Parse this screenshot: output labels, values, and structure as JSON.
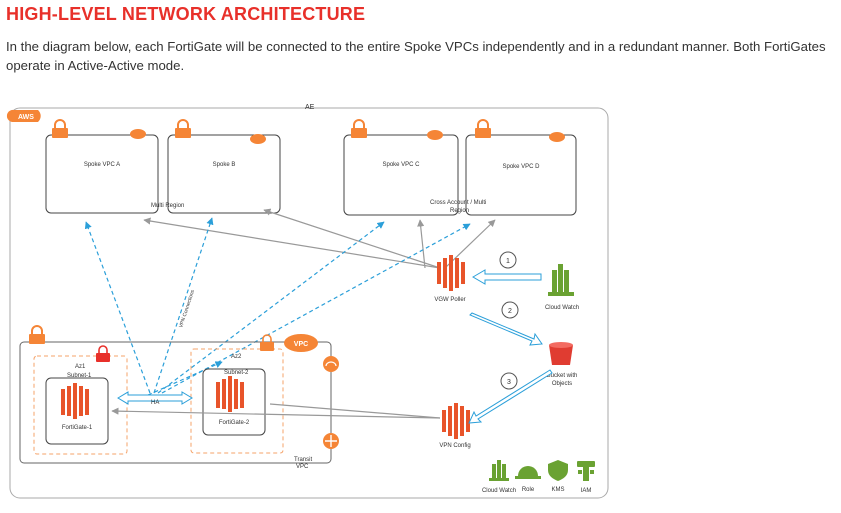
{
  "header": {
    "title": "HIGH-LEVEL NETWORK ARCHITECTURE",
    "intro": "In the diagram below, each FortiGate will be connected to the entire Spoke VPCs independently and in a redundant manner. Both FortiGates operate in Active-Active mode."
  },
  "diagram": {
    "aws_badge": "AWS",
    "region": "AE",
    "vpc_badge": "VPC",
    "spokes": [
      "Spoke VPC A",
      "Spoke B",
      "Spoke VPC C",
      "Spoke VPC D"
    ],
    "multi_region": "Multi Region",
    "cross_account_line1": "Cross Account / Multi",
    "cross_account_line2": "Region",
    "vgw_poller": "VGW Poller",
    "cloud_watch": "Cloud Watch",
    "bucket_line1": "Bucket with",
    "bucket_line2": "Objects",
    "vpn_config": "VPN Config",
    "steps": [
      "1",
      "2",
      "3"
    ],
    "az1": "Az1",
    "az2": "Az2",
    "subnet1": "Subnet-1",
    "subnet2": "Subnet-2",
    "fortigate1": "FortiGate-1",
    "fortigate2": "FortiGate-2",
    "ha": "HA",
    "vpn_connections": "VPN Connections",
    "transit_line1": "Transit",
    "transit_line2": "VPC",
    "legend": [
      "Cloud Watch",
      "Role",
      "KMS",
      "IAM"
    ]
  },
  "colors": {
    "title": "#e8302a",
    "aws_orange": "#f58536",
    "fortinet_orange": "#e8542a",
    "dashed_blue": "#2b9fd9",
    "green": "#6aa232",
    "bucket_red": "#e03c31"
  }
}
